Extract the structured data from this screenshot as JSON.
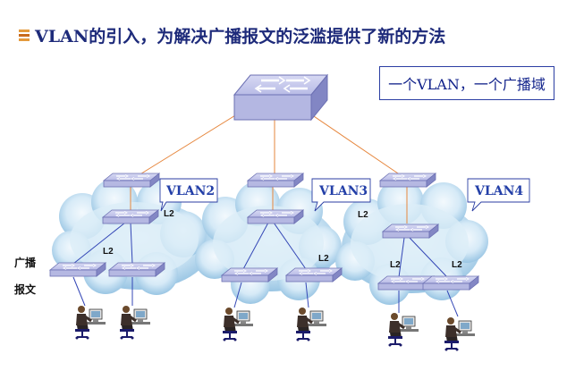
{
  "title": "VLAN的引入，为解决广播报文的泛滥提供了新的方法",
  "badge": "一个VLAN，一个广播域",
  "vlans": [
    {
      "label": "VLAN2"
    },
    {
      "label": "VLAN3"
    },
    {
      "label": "VLAN4"
    }
  ],
  "l2_labels": [
    "L2",
    "L2",
    "L2",
    "L2",
    "L2",
    "L2"
  ],
  "side_label_line1": "广播",
  "side_label_line2": "报文",
  "colors": {
    "title": "#1d2a7a",
    "cloud_light": "#e9f4fb",
    "cloud_dark": "#97c4e4",
    "switch_top": "#c3c5ea",
    "switch_side": "#8c8fc9",
    "uplink": "#e6873e",
    "lan_link": "#3447b6",
    "label_text": "#2440a8"
  },
  "icons": [
    "core-switch-icon",
    "access-switch-icon",
    "user-workstation-icon"
  ]
}
